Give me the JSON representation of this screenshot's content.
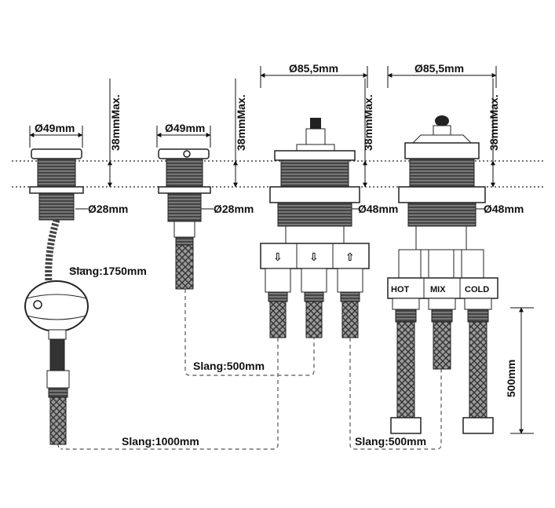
{
  "units": [
    {
      "diameter_top": "Ø49mm",
      "max_height": "38mmMax.",
      "diameter_thread": "Ø28mm",
      "hose_label": "Slang:1750mm"
    },
    {
      "diameter_top": "Ø49mm",
      "max_height": "38mmMax.",
      "diameter_thread": "Ø28mm"
    },
    {
      "diameter_top": "Ø85,5mm",
      "max_height": "38mmMax.",
      "diameter_thread": "Ø48mm"
    },
    {
      "diameter_top": "Ø85,5mm",
      "max_height": "38mmMax.",
      "diameter_thread": "Ø48mm",
      "ports": [
        "HOT",
        "MIX",
        "COLD"
      ],
      "hose_length": "500mm"
    }
  ],
  "hose_labels": {
    "mid": "Slang:500mm",
    "bottom": "Slang:1000mm",
    "right": "Slang:500mm"
  },
  "arrows": [
    "⇩",
    "⇩",
    "⇧"
  ]
}
